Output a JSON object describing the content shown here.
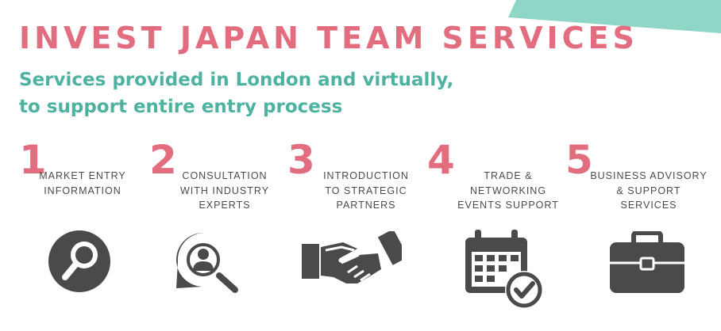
{
  "header": {
    "title": "INVEST JAPAN TEAM SERVICES",
    "subtitle_lines": [
      "Services provided in London and virtually,",
      "to support entire entry process"
    ]
  },
  "services": [
    {
      "number": "1",
      "label_lines": [
        "MARKET ENTRY",
        "INFORMATION"
      ],
      "icon": "search-icon"
    },
    {
      "number": "2",
      "label_lines": [
        "CONSULTATION",
        "WITH INDUSTRY",
        "EXPERTS"
      ],
      "icon": "expert-search-icon"
    },
    {
      "number": "3",
      "label_lines": [
        "INTRODUCTION",
        "TO STRATEGIC",
        "PARTNERS"
      ],
      "icon": "handshake-icon"
    },
    {
      "number": "4",
      "label_lines": [
        "TRADE &",
        "NETWORKING",
        "EVENTS SUPPORT"
      ],
      "icon": "calendar-check-icon"
    },
    {
      "number": "5",
      "label_lines": [
        "BUSINESS ADVISORY",
        "& SUPPORT",
        "SERVICES"
      ],
      "icon": "briefcase-icon"
    }
  ],
  "colors": {
    "title": "#e26d7f",
    "subtitle": "#4eb2a0",
    "accent_shape": "#8fd6c7",
    "icon": "#4a4a4a"
  }
}
